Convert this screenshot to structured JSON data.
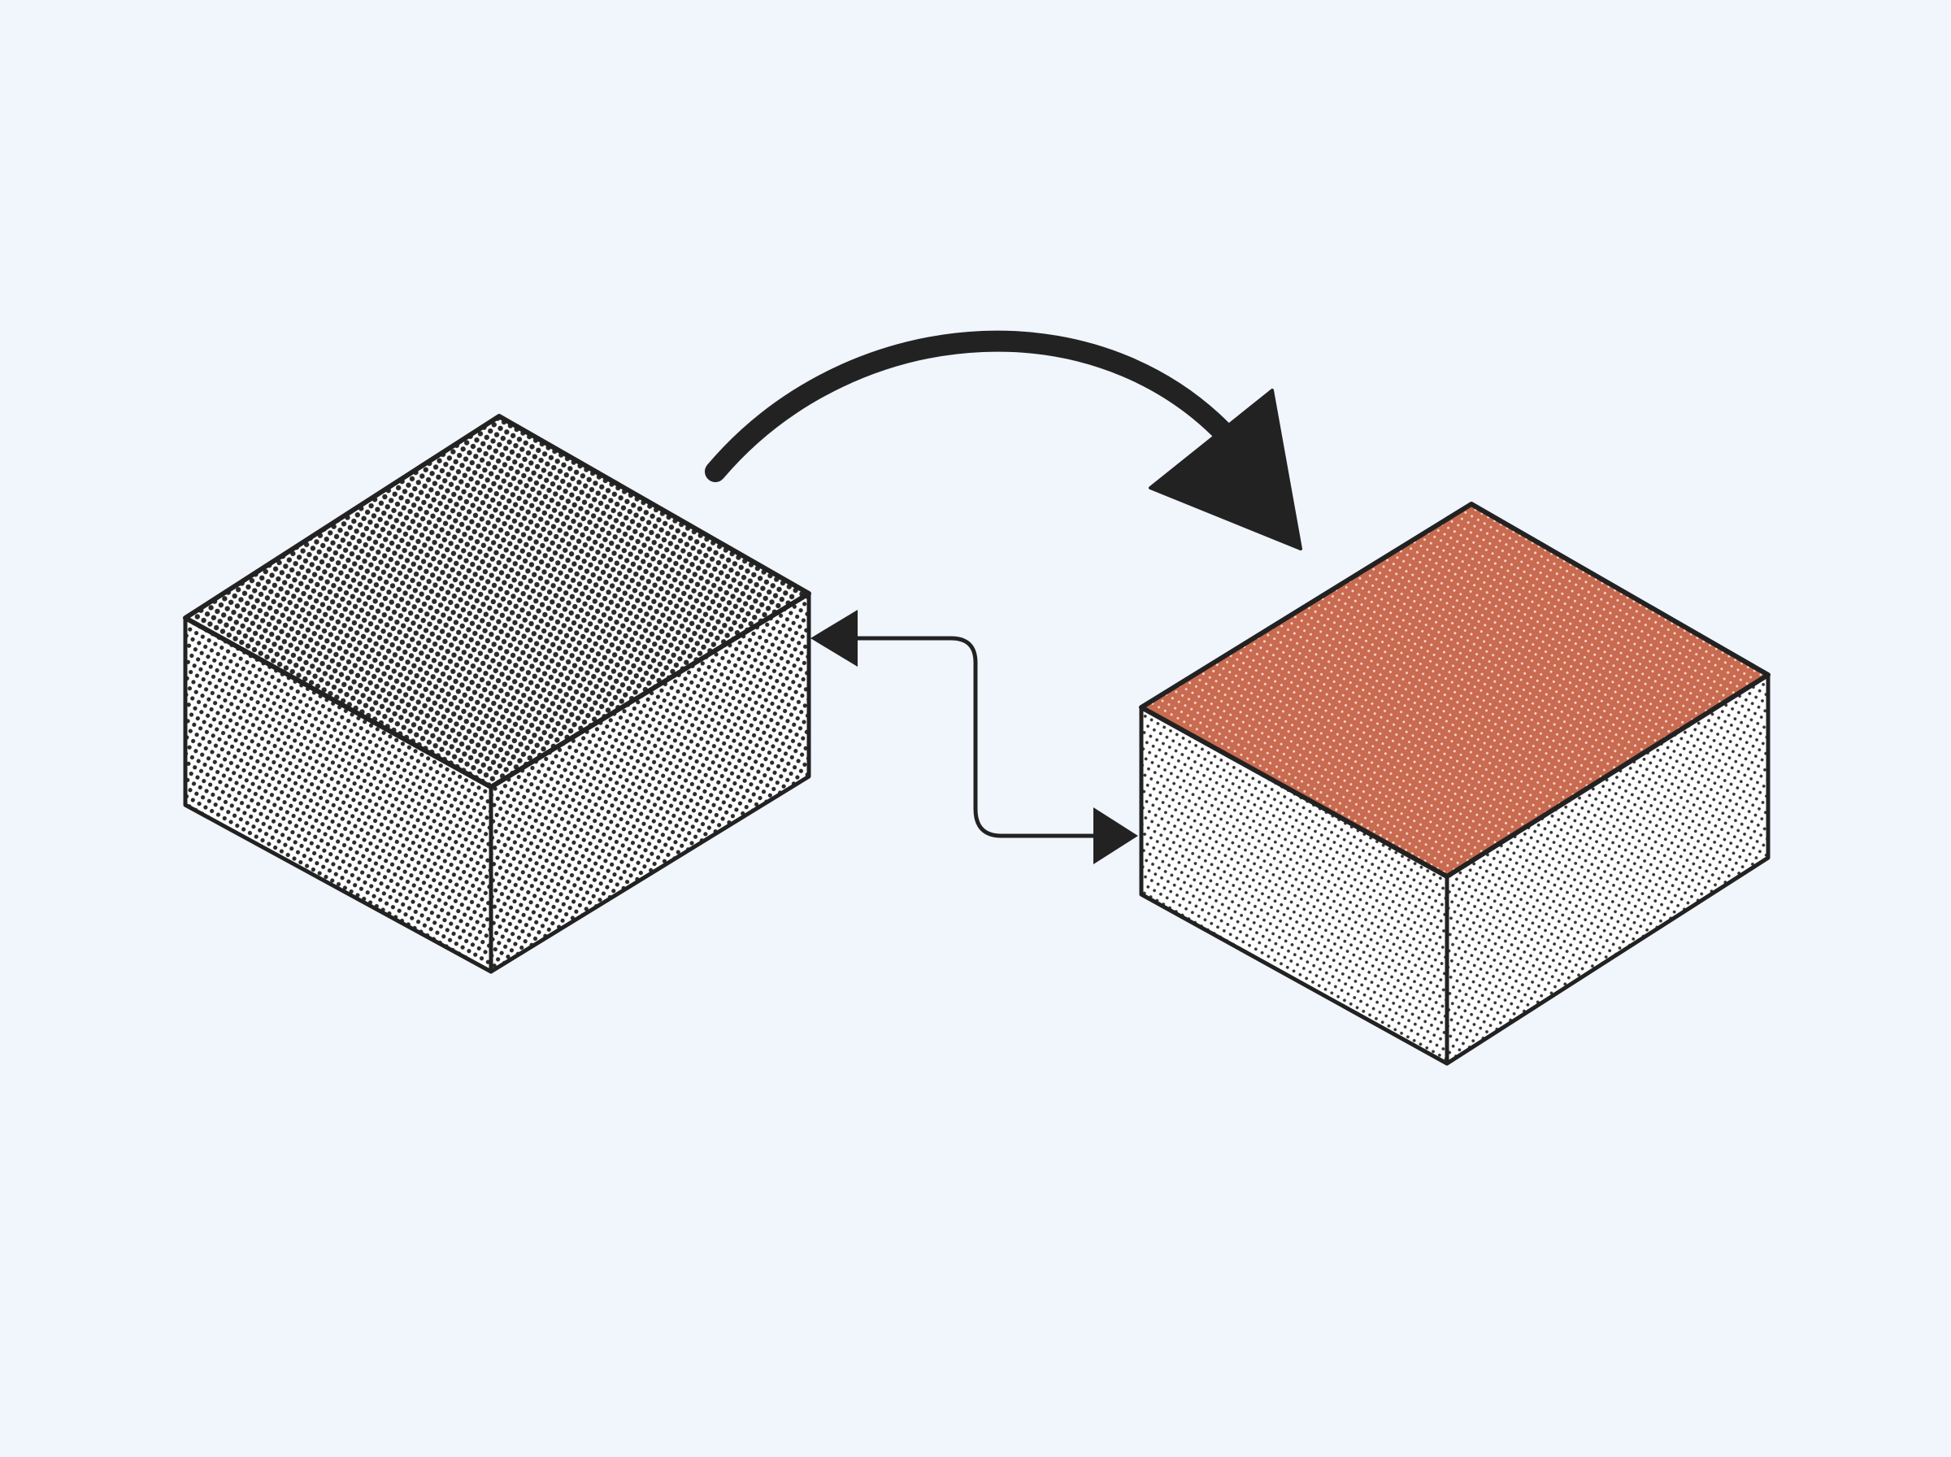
{
  "diagram": {
    "nodes": [
      {
        "id": "block-source",
        "label": "",
        "top_color": "#555555",
        "side_color": "#333333",
        "pattern": "halftone-dense"
      },
      {
        "id": "block-target",
        "label": "",
        "top_color": "#c96b50",
        "side_color": "#555555",
        "pattern": "halftone-light"
      }
    ],
    "edges": [
      {
        "from": "block-source",
        "to": "block-target",
        "style": "curved-bold-arrow",
        "label": ""
      },
      {
        "from": "block-source",
        "to": "block-target",
        "style": "elbow-double-arrow",
        "label": ""
      }
    ]
  },
  "colors": {
    "background": "#f1f5fc",
    "stroke": "#222222",
    "face_white": "#ffffff",
    "accent": "#c96b50"
  }
}
